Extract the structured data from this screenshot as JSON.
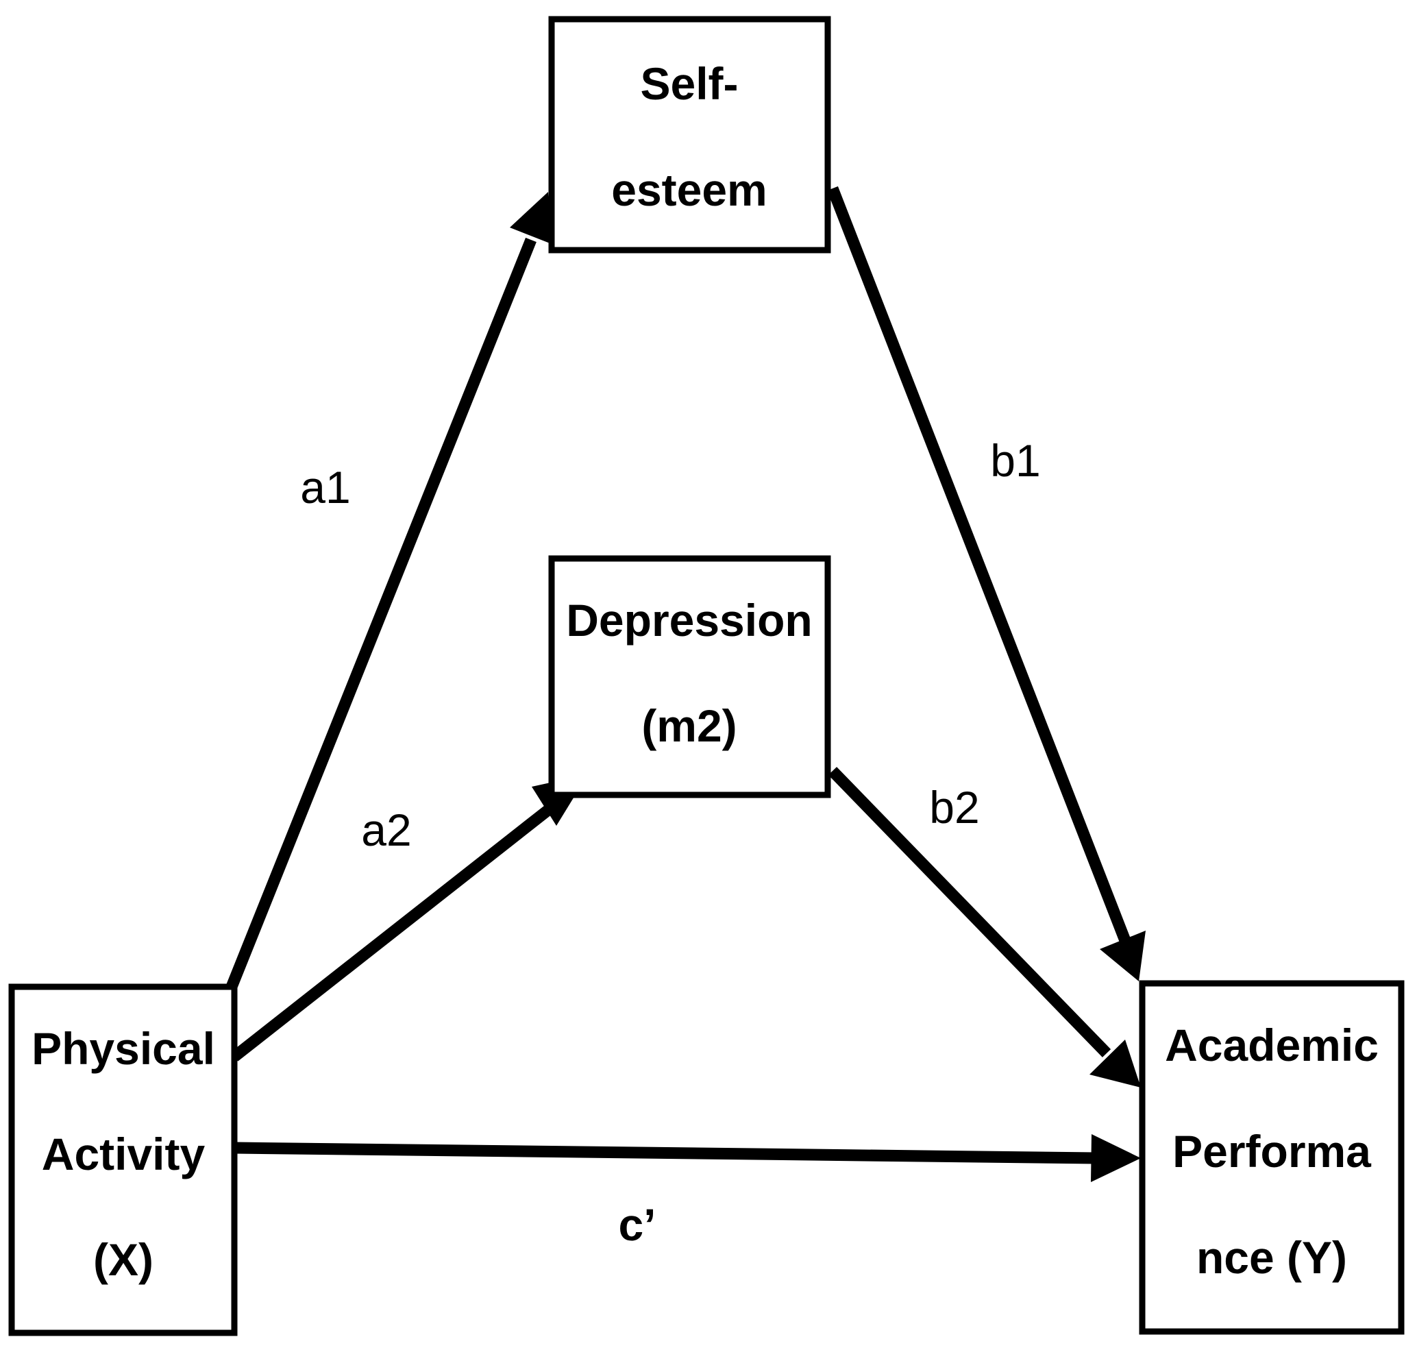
{
  "nodes": {
    "self_esteem": {
      "line1": "Self-",
      "line2": "esteem"
    },
    "depression": {
      "line1": "Depression",
      "line2": "(m2)"
    },
    "physical_activity": {
      "line1": "Physical",
      "line2": "Activity",
      "line3": "(X)"
    },
    "academic_performance": {
      "line1": "Academic",
      "line2": "Performa",
      "line3": "nce (Y)"
    }
  },
  "edges": {
    "a1": "a1",
    "a2": "a2",
    "b1": "b1",
    "b2": "b2",
    "c_prime": "c’"
  },
  "colors": {
    "stroke": "#000000",
    "background": "#ffffff"
  }
}
